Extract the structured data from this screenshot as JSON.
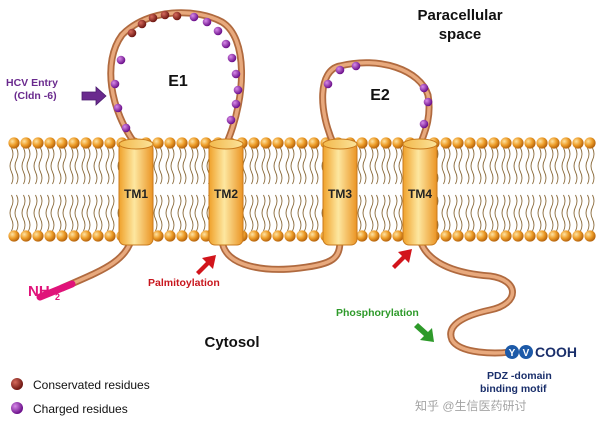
{
  "labels": {
    "paracellular_line1": "Paracellular",
    "paracellular_line2": "space",
    "e1": "E1",
    "e2": "E2",
    "hcv_line1": "HCV Entry",
    "hcv_line2": "(Cldn -6)",
    "tm1": "TM1",
    "tm2": "TM2",
    "tm3": "TM3",
    "tm4": "TM4",
    "nh2": "NH",
    "nh2_sub": "2",
    "palmitoylation": "Palmitoylation",
    "cytosol": "Cytosol",
    "phosphorylation": "Phosphorylation",
    "cooh": "COOH",
    "yv": "YV",
    "pdz_line1": "PDZ -domain",
    "pdz_line2": "binding motif",
    "watermark": "知乎 @生信医药研讨"
  },
  "legend": {
    "conserved": "Conservated residues",
    "charged": "Charged residues"
  },
  "colors": {
    "strand": "#d9956a",
    "strand_dark": "#b06a3f",
    "lipid_head": "#e8951c",
    "conserved": "#8b2a22",
    "charged": "#8a1fa8",
    "helix": "#f5c84a",
    "hcv_text": "#6a2a8e",
    "palm_text": "#c8161d",
    "phospho_text": "#2e9a2a",
    "nh2_text": "#e0137a",
    "yv": "#1d5aa8"
  },
  "icons": {
    "hcv_arrow": "arrow-right-icon",
    "palm_arrow": "arrow-up-right-icon",
    "phospho_arrow": "arrow-down-right-icon"
  }
}
